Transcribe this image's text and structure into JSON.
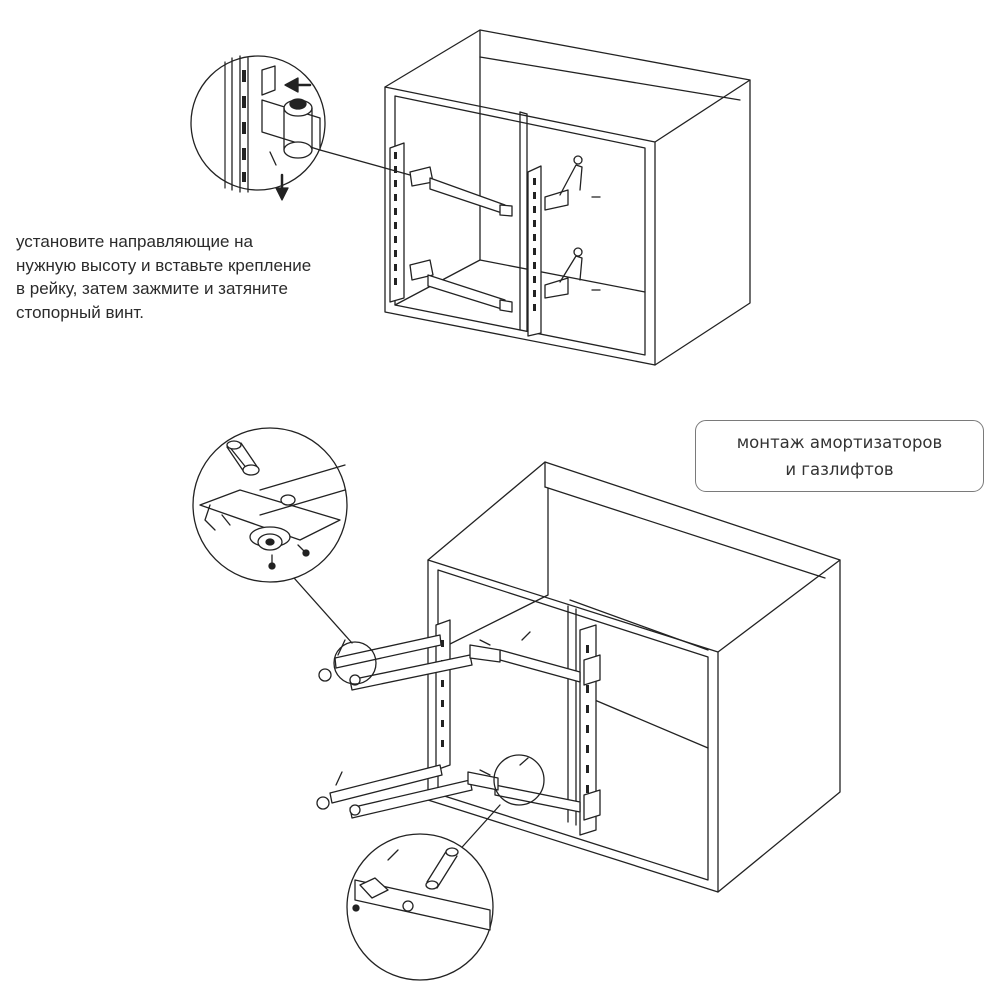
{
  "instruction": {
    "text": "установите направляющие на\nнужную высоту и вставьте крепление\nв рейку, затем зажмите и затяните\nстопорный винт."
  },
  "label": {
    "line1": "монтаж амортизаторов",
    "line2": "и газлифтов"
  }
}
